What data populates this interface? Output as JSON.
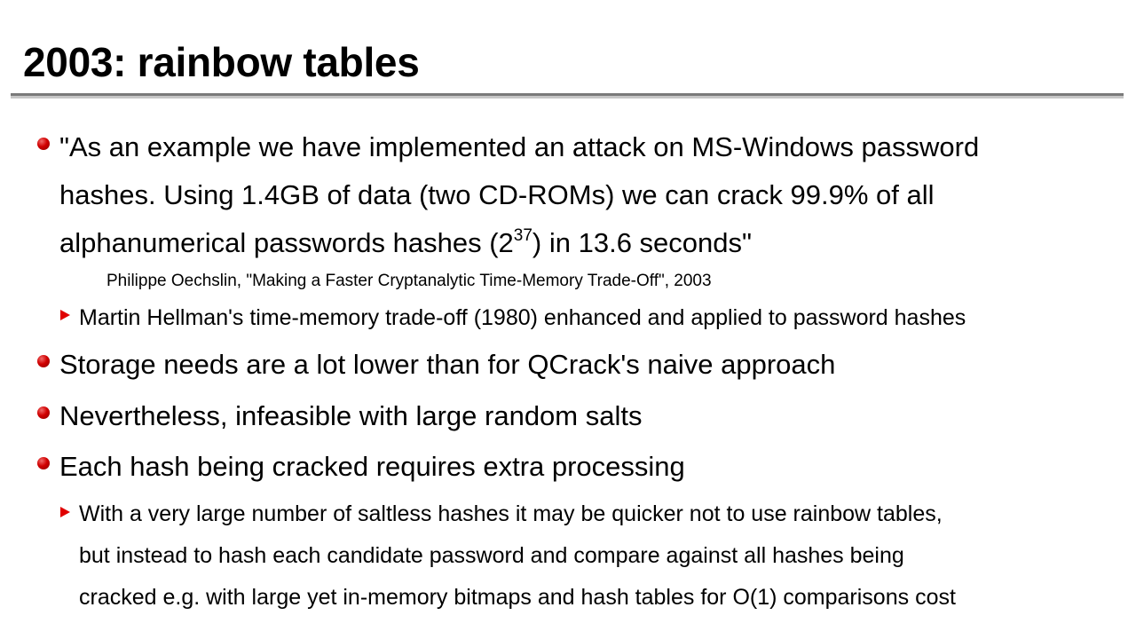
{
  "slide": {
    "title": "2003: rainbow tables",
    "quote": {
      "line1": "\"As an example we have implemented an attack on MS-Windows password",
      "line2": "hashes. Using 1.4GB of data (two CD-ROMs) we can crack 99.9% of all",
      "line3_before": "alphanumerical passwords hashes (2",
      "line3_sup": "37",
      "line3_after": ") in 13.6 seconds\""
    },
    "citation": "Philippe Oechslin, \"Making a Faster Cryptanalytic Time-Memory Trade-Off\", 2003",
    "sub1": "Martin Hellman's time-memory trade-off (1980) enhanced and applied to password hashes",
    "bullet2": "Storage needs are a lot lower than for QCrack's naive approach",
    "bullet3": "Nevertheless, infeasible with large random salts",
    "bullet4": "Each hash being cracked requires extra processing",
    "sub2": {
      "line1": "With a very large number of saltless hashes it may be quicker not to use rainbow tables,",
      "line2": "but instead to hash each candidate password and compare against all hashes being",
      "line3": "cracked e.g. with large yet in-memory bitmaps and hash tables for O(1) comparisons cost"
    }
  }
}
